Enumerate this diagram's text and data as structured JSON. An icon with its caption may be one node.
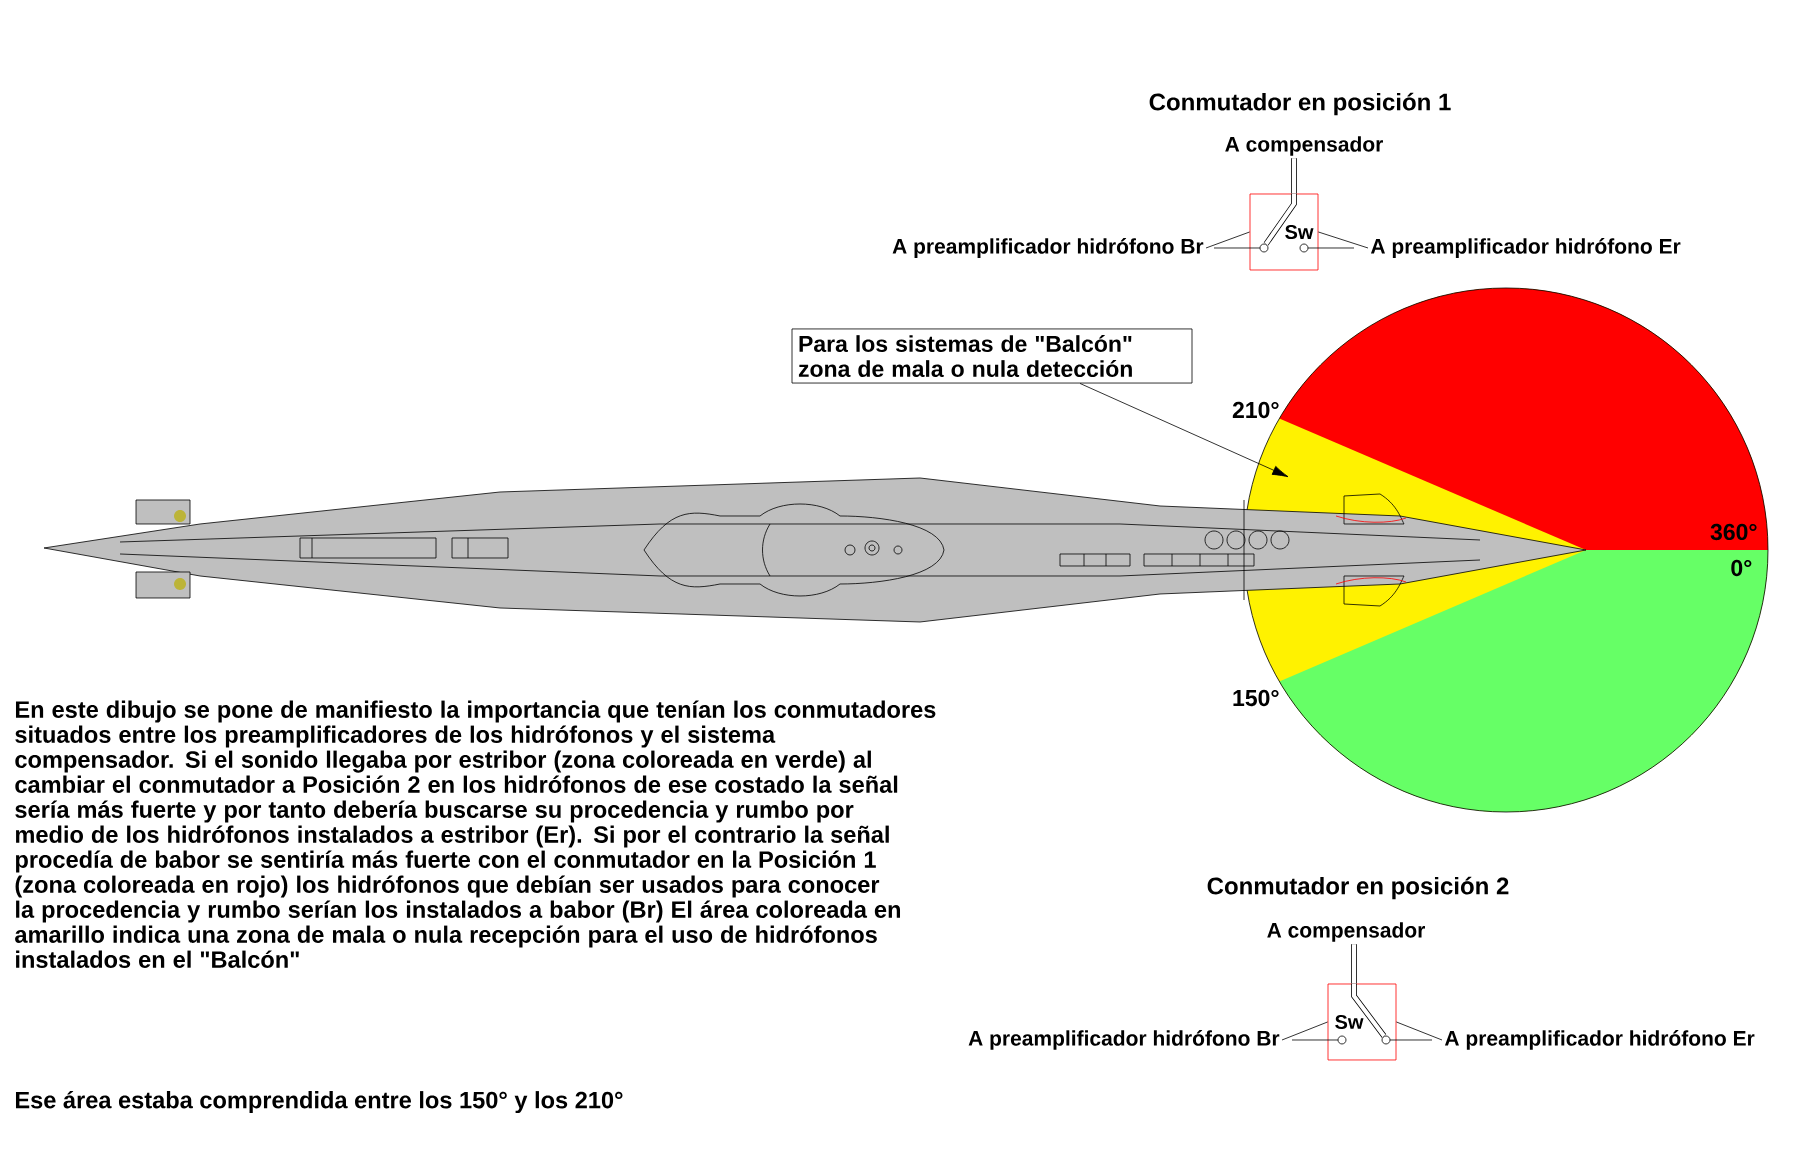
{
  "diagram": {
    "nodes": [
      {
        "text": [
          "Para los sistemas de \"Balcón\" zona de mala o nula detección"
        ]
      },
      {
        "text": [
          "Sw"
        ]
      },
      {
        "text": [
          "A compensador"
        ]
      },
      {
        "text": [
          "A preamplificador hidrófono Br"
        ]
      },
      {
        "text": [
          "A preamplificador hidrófono Er"
        ]
      },
      {
        "text": [
          "Sw"
        ]
      },
      {
        "text": [
          "A compensador"
        ]
      },
      {
        "text": [
          "A preamplificador hidrófono Br"
        ]
      },
      {
        "text": [
          "A preamplificador hidrófono Er"
        ]
      },
      {
        "text": [],
        "shape": "picture"
      }
    ],
    "edges": [
      {
        "from": 0,
        "to": 9,
        "arrow": "to"
      },
      {
        "from": 2,
        "to": 1,
        "arrow": "none",
        "style": "thick"
      },
      {
        "from": 3,
        "to": 1,
        "arrow": "none"
      },
      {
        "from": 4,
        "to": 1,
        "arrow": "none"
      },
      {
        "from": 6,
        "to": 5,
        "arrow": "none",
        "style": "thick"
      },
      {
        "from": 7,
        "to": 5,
        "arrow": "none"
      },
      {
        "from": 8,
        "to": 5,
        "arrow": "none"
      }
    ],
    "labels": [
      "Conmutador en posición 1",
      "210°",
      "360°",
      "0°",
      "150°",
      "En este dibujo se pone de manifiesto la importancia que tenían los conmutadores situados entre los preamplificadores de los hidrófonos y el sistema compensador. Si el sonido llegaba por estribor (zona coloreada en verde) al cambiar el conmutador a Posición 2 en los hidrófonos de ese costado la señal sería más fuerte y por tanto debería buscarse su procedencia y rumbo por medio de los hidrófonos instalados a estribor (Er). Si por el contrario la señal procedía de babor se sentiría más fuerte con el conmutador en la Posición 1 (zona coloreada en rojo) los hidrófonos que debían ser usados para conocer la procedencia y rumbo serían los instalados a babor (Br) El área coloreada en amarillo indica una zona de mala o nula recepción para el uso de hidrófonos instalados en el \"Balcón\"",
      "Ese área estaba comprendida entre los 150° y los 210°",
      "Conmutador en posición 2"
    ]
  }
}
